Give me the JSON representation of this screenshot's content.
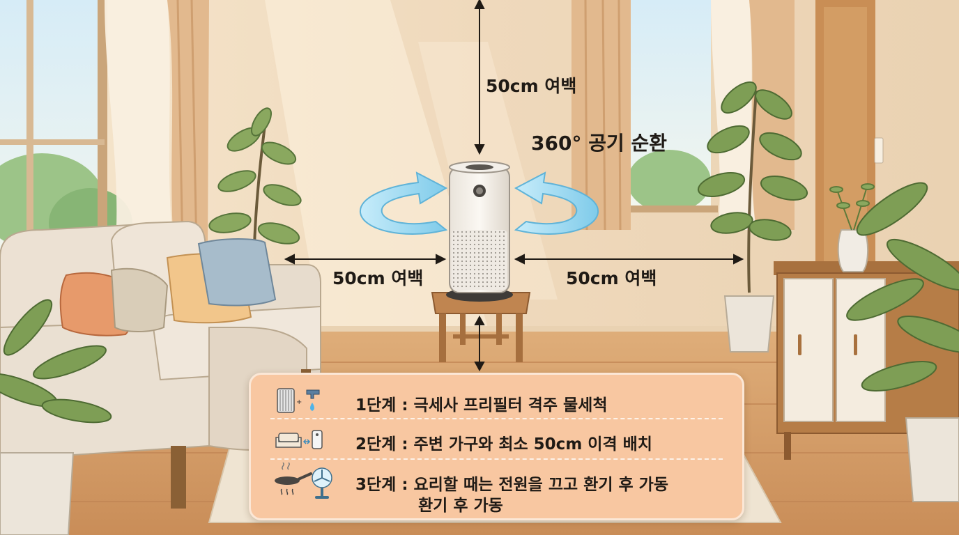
{
  "labels": {
    "top_clearance": "50cm 여백",
    "left_clearance": "50cm 여백",
    "right_clearance": "50cm 여백",
    "circulation": "360° 공기 순환"
  },
  "steps": [
    {
      "label": "1단계 : 극세사 프리필터 격주 물세척",
      "icon": "filter-and-faucet-icon"
    },
    {
      "label": "2단계 : 주변 가구와 최소 50cm 이격 배치",
      "icon": "sofa-and-purifier-icon"
    },
    {
      "label": "3단계 : 요리할 때는 전원을 끄고 환기 후 가동",
      "label_extra": "환기 후 가동",
      "icon": "pan-and-fan-icon"
    }
  ],
  "colors": {
    "card": "#f8c7a1",
    "wall": "#f1dfc6",
    "floor": "#d9a672",
    "arrow": "#8fd3ee"
  }
}
